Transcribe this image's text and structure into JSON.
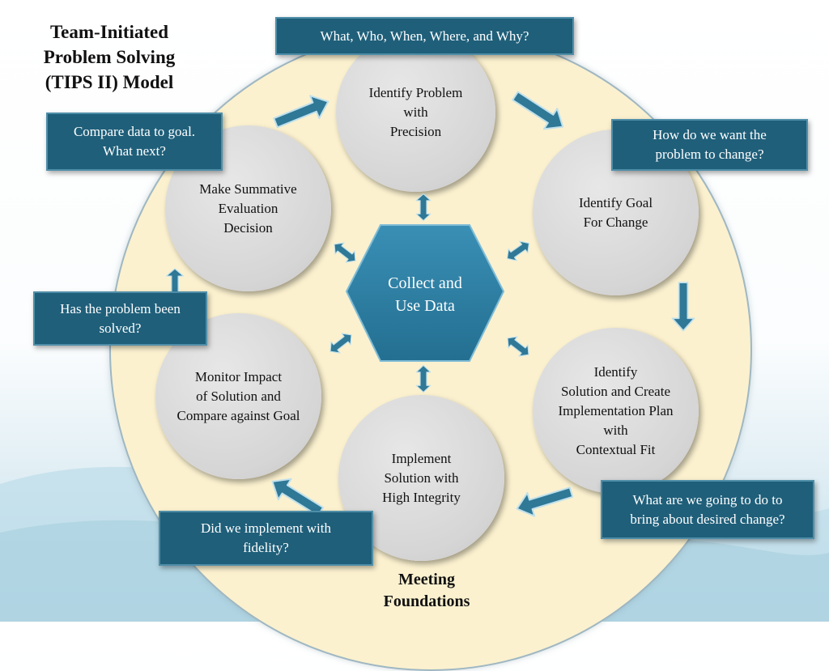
{
  "title": "Team-Initiated\nProblem Solving\n(TIPS II) Model",
  "center": "Collect and\nUse Data",
  "footer": "Meeting\nFoundations",
  "nodes": {
    "identify_problem": "Identify Problem\nwith\nPrecision",
    "identify_goal": "Identify Goal\nFor Change",
    "identify_solution": "Identify\nSolution and Create\nImplementation Plan\nwith\nContextual Fit",
    "implement_solution": "Implement\nSolution with\nHigh Integrity",
    "monitor_impact": "Monitor Impact\nof Solution and\nCompare against Goal",
    "summative_evaluation": "Make Summative\nEvaluation\nDecision"
  },
  "callouts": {
    "what_who": "What, Who, When, Where, and Why?",
    "how_change": "How do we want the\nproblem to change?",
    "what_doing": "What are we going to do to\nbring about desired change?",
    "did_implement": "Did we implement with\nfidelity?",
    "problem_solved": "Has the problem been\nsolved?",
    "compare_data": "Compare data to goal.\nWhat next?"
  },
  "colors": {
    "callout_fill": "#1f5f7a",
    "hexagon_fill": "#2e7fa3",
    "arrow_fill": "#2f7896",
    "cycle_background": "#fbf1cf",
    "node_fill": "#d5d5d5"
  }
}
